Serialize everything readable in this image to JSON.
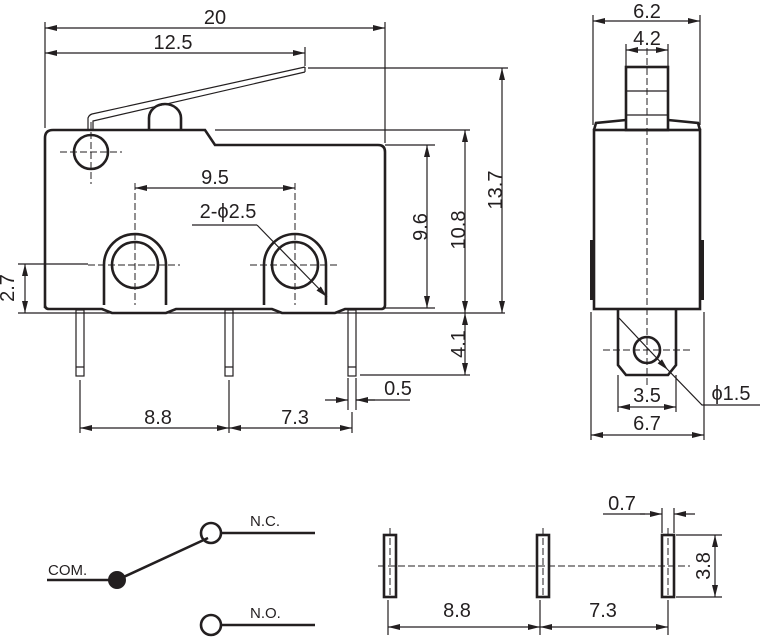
{
  "side_view": {
    "overall_length": "20",
    "lever_length": "12.5",
    "hole_spacing": "9.5",
    "hole_callout": "2-ϕ2.5",
    "hole_height": "2.7",
    "body_height": "9.6",
    "body_height_with_step": "10.8",
    "total_height": "13.7",
    "pin_length": "4.1",
    "pin_thickness": "0.5",
    "pin_spacing_1": "8.8",
    "pin_spacing_2": "7.3"
  },
  "front_view": {
    "body_width": "6.2",
    "plunger_width": "4.2",
    "terminal_width": "3.5",
    "overall_width": "6.7",
    "terminal_hole": "ϕ1.5"
  },
  "circuit": {
    "com_label": "COM.",
    "nc_label": "N.C.",
    "no_label": "N.O."
  },
  "pcb_layout": {
    "pad_width": "0.7",
    "pad_length": "3.8",
    "pad_spacing_1": "8.8",
    "pad_spacing_2": "7.3"
  },
  "colors": {
    "line": "#231f20",
    "background": "#ffffff"
  }
}
